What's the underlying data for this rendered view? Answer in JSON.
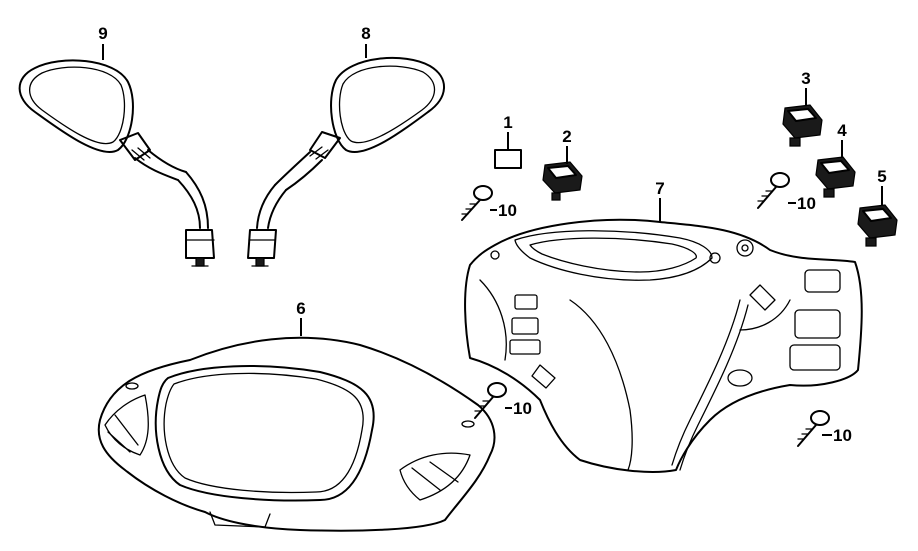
{
  "callouts": {
    "n1": "1",
    "n2": "2",
    "n3": "3",
    "n4": "4",
    "n5": "5",
    "n6": "6",
    "n7": "7",
    "n8": "8",
    "n9": "9",
    "n10a": "10",
    "n10b": "10",
    "n10c": "10",
    "n10d": "10"
  },
  "colors": {
    "line": "#000000",
    "background": "#ffffff"
  }
}
